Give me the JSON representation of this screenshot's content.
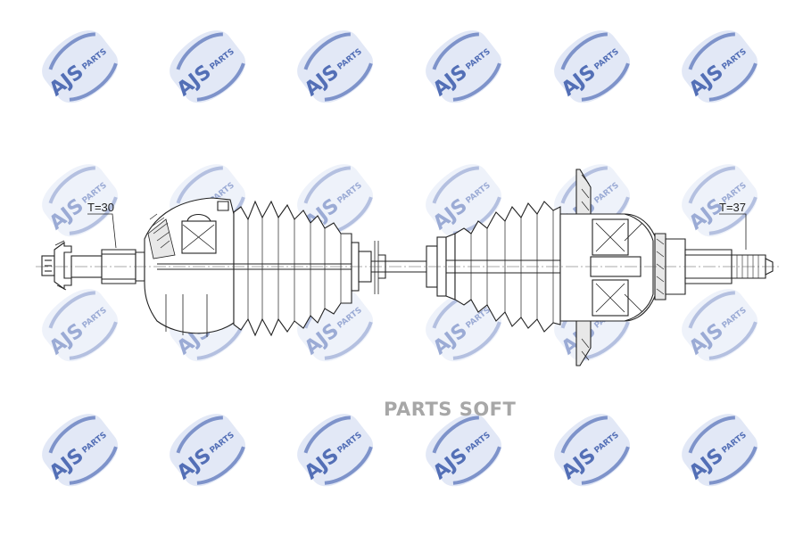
{
  "watermark": {
    "brand": "AJS",
    "sub": "PARTS",
    "color": "#4a68b3",
    "light": "#c9d3ee"
  },
  "overlay_text": "PARTS SOFT",
  "callouts": {
    "left_spline": "T=30",
    "right_spline": "T=37"
  }
}
